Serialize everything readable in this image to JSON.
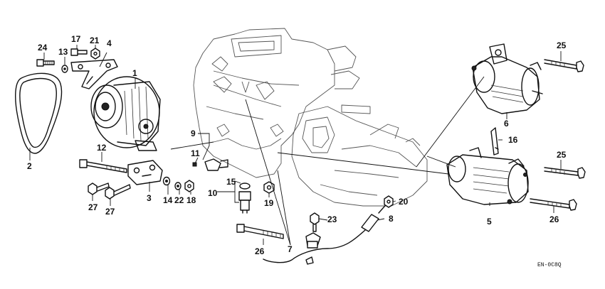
{
  "callouts": {
    "c1": "1",
    "c2": "2",
    "c3": "3",
    "c4": "4",
    "c5": "5",
    "c6": "6",
    "c7": "7",
    "c8": "8",
    "c9": "9",
    "c10": "10",
    "c11": "11",
    "c12": "12",
    "c13": "13",
    "c14": "14",
    "c15": "15",
    "c16": "16",
    "c17": "17",
    "c18": "18",
    "c19": "19",
    "c20": "20",
    "c21": "21",
    "c22": "22",
    "c23": "23",
    "c24": "24",
    "c25a": "25",
    "c25b": "25",
    "c26a": "26",
    "c26b": "26",
    "c27a": "27",
    "c27b": "27"
  },
  "diagram_code": "EN-0C8Q"
}
